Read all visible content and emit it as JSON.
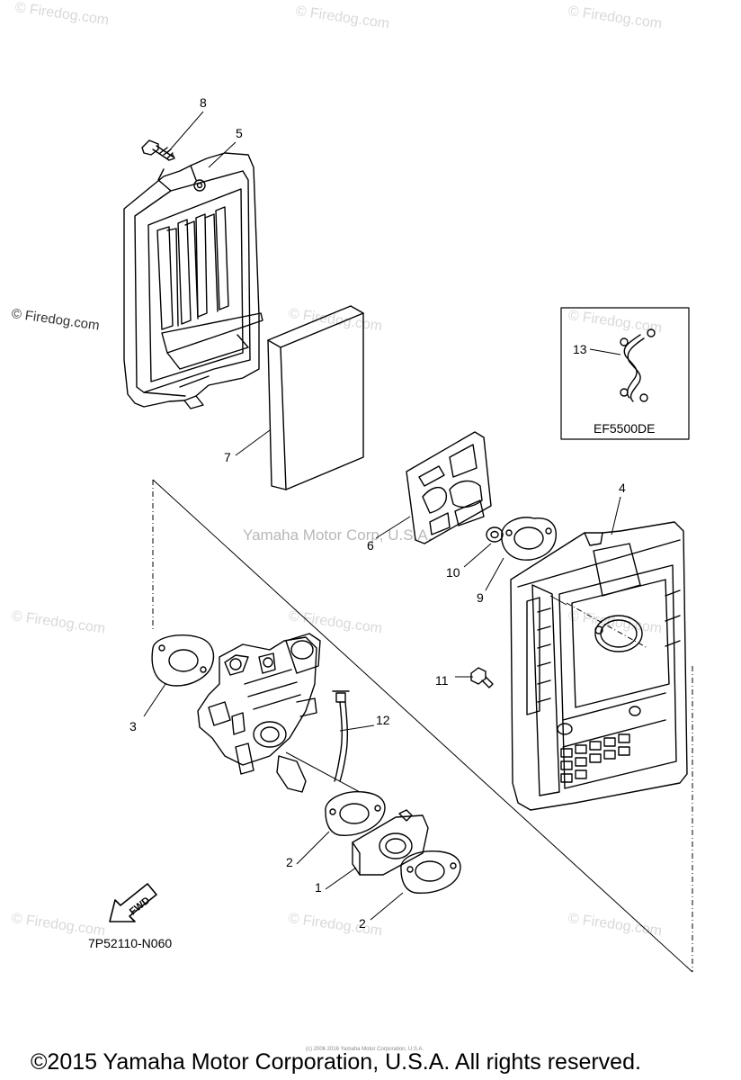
{
  "watermarks": [
    "© Firedog.com",
    "© Firedog.com",
    "© Firedog.com",
    "© Firedog.com",
    "© Firedog.com",
    "© Firedog.com",
    "© Firedog.com",
    "© Firedog.com",
    "© Firedog.com",
    "© Firedog.com",
    "© Firedog.com",
    "© Firedog.com"
  ],
  "center_watermark": "Yamaha Motor Corp, U.S.A.",
  "callouts": {
    "n1": "1",
    "n2a": "2",
    "n2b": "2",
    "n3": "3",
    "n4": "4",
    "n5": "5",
    "n6": "6",
    "n7": "7",
    "n8": "8",
    "n9": "9",
    "n10": "10",
    "n11": "11",
    "n12": "12",
    "n13": "13"
  },
  "inset_label": "EF5500DE",
  "fwd_label": "FWD",
  "part_code": "7P52110-N060",
  "tiny_copyright": "(c) 2006 2016 Yamaha Motor Corporation, U.S.A.",
  "footer": "©2015 Yamaha Motor Corporation, U.S.A. All rights reserved."
}
